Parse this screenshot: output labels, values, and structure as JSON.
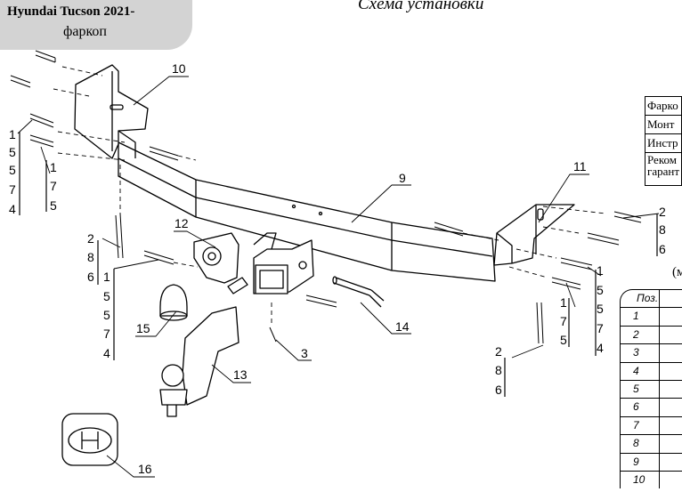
{
  "header": {
    "line1": "Hyundai Tucson 2021-",
    "line2": "фаркоп"
  },
  "diagram_title": "Схема установки",
  "callouts": {
    "c1": "1",
    "c2": "2",
    "c3": "3",
    "c4": "4",
    "c5": "5",
    "c6": "6",
    "c7": "7",
    "c8": "8",
    "c9": "9",
    "c10": "10",
    "c11": "11",
    "c12": "12",
    "c13": "13",
    "c14": "14",
    "c15": "15",
    "c16": "16"
  },
  "right_table": [
    "Фарко",
    "Монт",
    "Инстр",
    "Реком",
    "гарант"
  ],
  "partial_label": "(м",
  "spec_table": {
    "header": "Поз.",
    "rows": [
      "1",
      "2",
      "3",
      "4",
      "5",
      "6",
      "7",
      "8",
      "9",
      "10"
    ]
  }
}
